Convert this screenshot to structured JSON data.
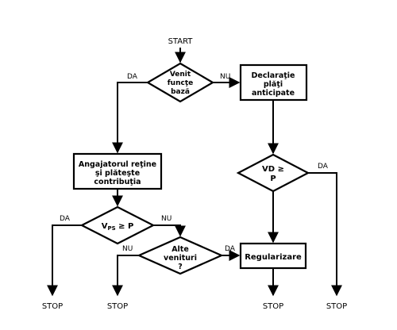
{
  "start": "START",
  "venit": {
    "l1": "Venit",
    "l2": "funcţe",
    "l3": "bază"
  },
  "declaratie": {
    "l1": "Declaraţie",
    "l2": "plăţi",
    "l3": "anticipate"
  },
  "angajator": {
    "l1": "Angajatorul reţine",
    "l2": "şi plăteşte",
    "l3": "contribuţia"
  },
  "vd": {
    "l1": "VD ≥",
    "l2": "P"
  },
  "vps": {
    "main": "V",
    "sub": "PS",
    "rest": " ≥ P"
  },
  "alte": {
    "l1": "Alte",
    "l2": "venituri",
    "l3": "?"
  },
  "regularizare": "Regularizare",
  "labels": {
    "da": "DA",
    "nu": "NU"
  },
  "stop": "STOP"
}
